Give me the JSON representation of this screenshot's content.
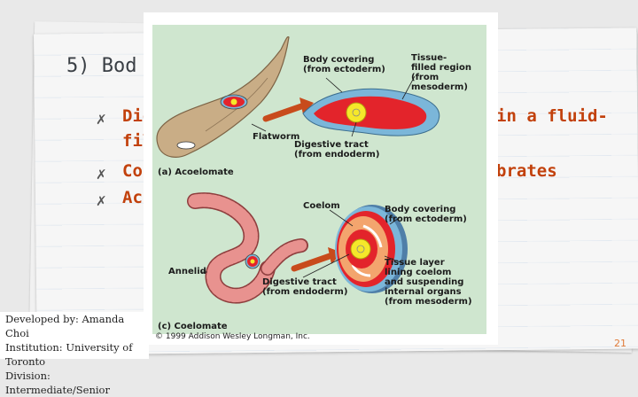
{
  "slide": {
    "title": "5) Bod",
    "bullets": [
      {
        "marker": "✗",
        "text": "Dig",
        "continuation": "fil"
      },
      {
        "marker": "✗",
        "text": "Co"
      },
      {
        "marker": "✗",
        "text": "Ac"
      }
    ],
    "right_fragments": [
      "in a fluid-",
      "brates"
    ],
    "page_number": "21"
  },
  "credit": {
    "line1": "Developed by: Amanda Choi",
    "line2": "Institution: University of Toronto",
    "line3": "Division: Intermediate/Senior"
  },
  "figure": {
    "panel_a": {
      "caption": "(a) Acoelomate",
      "organism": "Flatworm",
      "body_covering": [
        "Body covering",
        "(from ectoderm)"
      ],
      "tissue_region": [
        "Tissue-",
        "filled region",
        "(from",
        "mesoderm)"
      ],
      "digestive_tract": [
        "Digestive tract",
        "(from endoderm)"
      ]
    },
    "panel_c": {
      "caption": "(c) Coelomate",
      "organism": "Annelid",
      "coelom": "Coelom",
      "body_covering": [
        "Body covering",
        "(from ectoderm)"
      ],
      "tissue_layer": [
        "Tissue layer",
        "lining coelom",
        "and suspending",
        "internal organs",
        "(from mesoderm)"
      ],
      "digestive_tract": [
        "Digestive tract",
        "(from endoderm)"
      ]
    },
    "copyright": "© 1999 Addison Wesley Longman, Inc."
  },
  "colors": {
    "panel_bg": "#cfe6cf",
    "ectoderm": "#7bb6d9",
    "mesoderm": "#e3242b",
    "endoderm": "#f5e82a",
    "bullet_text": "#c2410c"
  }
}
